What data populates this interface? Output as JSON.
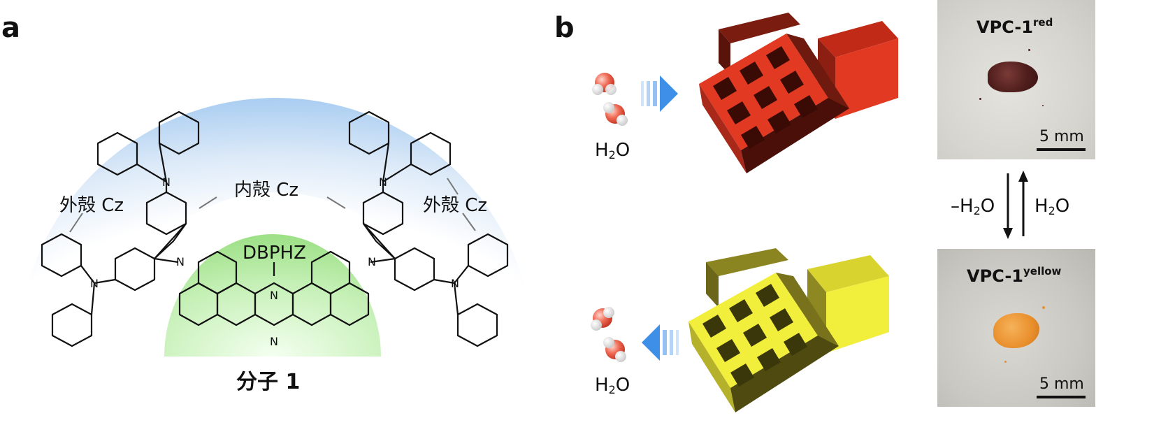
{
  "panel_a": {
    "letter": "a",
    "labels": {
      "outer_cz_left": "外殻 Cz",
      "inner_cz": "内殻 Cz",
      "outer_cz_right": "外殻 Cz",
      "core": "DBPHZ"
    },
    "molecule_title": "分子 1",
    "colors": {
      "outer_shell": "#b7d3f2",
      "core": "#9fe08c"
    }
  },
  "panel_b": {
    "letter": "b",
    "water_label_top": "H",
    "water_label_top_sub": "2",
    "water_label_top_tail": "O",
    "water_label_bottom": "H",
    "water_label_bottom_sub": "2",
    "water_label_bottom_tail": "O",
    "arrow_left_label": "–H",
    "arrow_left_sub": "2",
    "arrow_left_tail": "O",
    "arrow_right_label": "H",
    "arrow_right_sub": "2",
    "arrow_right_tail": "O",
    "photo_top": {
      "title": "VPC-1",
      "sup": "red",
      "scale": "5 mm"
    },
    "photo_bottom": {
      "title": "VPC-1",
      "sup": "yellow",
      "scale": "5 mm"
    },
    "colors": {
      "red_block": "#e23a22",
      "yellow_block": "#f2ee3c",
      "arrow_blue": "#3d8fe8"
    }
  }
}
